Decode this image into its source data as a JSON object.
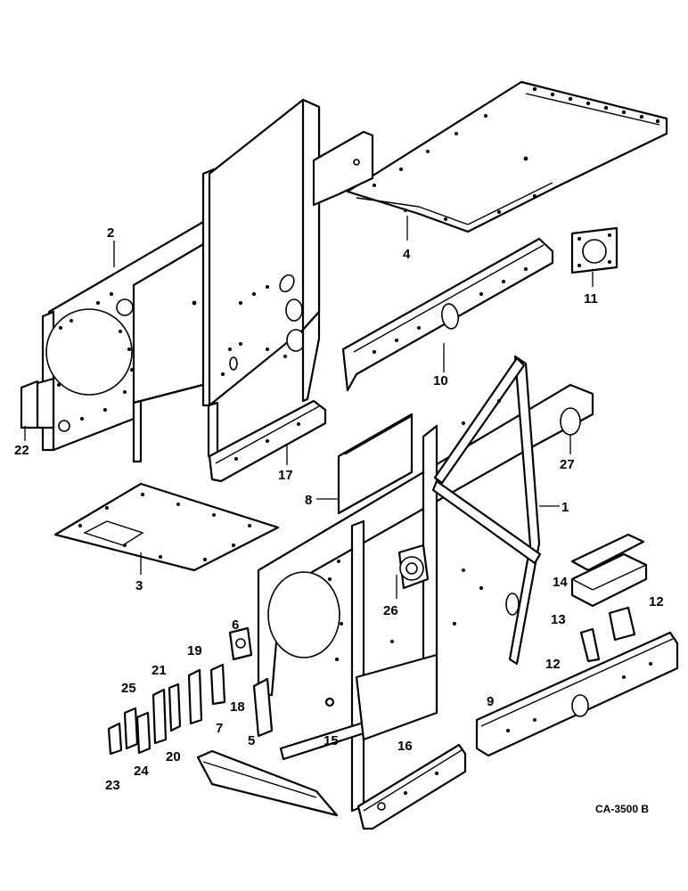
{
  "diagram": {
    "drawing_code": "CA-3500 B",
    "callouts": [
      {
        "id": "callout-1",
        "label": "1"
      },
      {
        "id": "callout-2",
        "label": "2"
      },
      {
        "id": "callout-3",
        "label": "3"
      },
      {
        "id": "callout-4",
        "label": "4"
      },
      {
        "id": "callout-5",
        "label": "5"
      },
      {
        "id": "callout-6",
        "label": "6"
      },
      {
        "id": "callout-7",
        "label": "7"
      },
      {
        "id": "callout-8",
        "label": "8"
      },
      {
        "id": "callout-9",
        "label": "9"
      },
      {
        "id": "callout-10",
        "label": "10"
      },
      {
        "id": "callout-11",
        "label": "11"
      },
      {
        "id": "callout-12a",
        "label": "12"
      },
      {
        "id": "callout-12b",
        "label": "12"
      },
      {
        "id": "callout-13",
        "label": "13"
      },
      {
        "id": "callout-14",
        "label": "14"
      },
      {
        "id": "callout-15",
        "label": "15"
      },
      {
        "id": "callout-16",
        "label": "16"
      },
      {
        "id": "callout-17",
        "label": "17"
      },
      {
        "id": "callout-18",
        "label": "18"
      },
      {
        "id": "callout-19",
        "label": "19"
      },
      {
        "id": "callout-20",
        "label": "20"
      },
      {
        "id": "callout-21",
        "label": "21"
      },
      {
        "id": "callout-22",
        "label": "22"
      },
      {
        "id": "callout-23",
        "label": "23"
      },
      {
        "id": "callout-24",
        "label": "24"
      },
      {
        "id": "callout-25",
        "label": "25"
      },
      {
        "id": "callout-26",
        "label": "26"
      },
      {
        "id": "callout-27",
        "label": "27"
      }
    ]
  }
}
